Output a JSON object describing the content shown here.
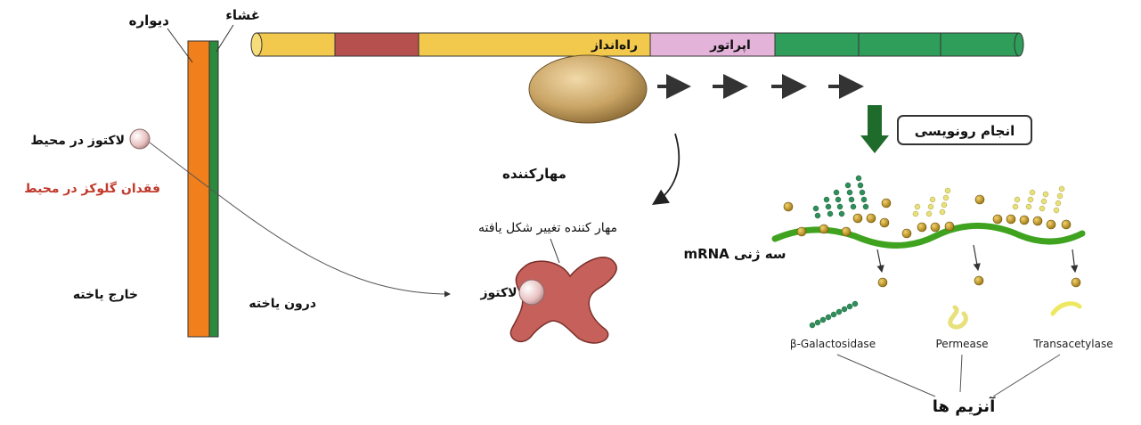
{
  "labels": {
    "cell_wall": "دیواره",
    "membrane": "غشاء",
    "promoter": "راه‌انداز",
    "operator": "اپراتور",
    "transcription": "انجام رونویسی",
    "repressor": "مهارکننده",
    "changed_repressor": "مهار کننده تغییر شکل یافته",
    "lactose": "لاکتوز",
    "lactose_in_env": "لاکتوز در محیط",
    "no_glucose": "فقدان گلوکز در محیط",
    "outside_cell": "خارج یاخته",
    "inside_cell": "درون یاخته",
    "mrna": "mRNA سه ژنی",
    "enzymes": "آنزیم ها"
  },
  "enzymes": [
    "β-Galactosidase",
    "Permease",
    "Transacetylase"
  ],
  "colors": {
    "wall": "#f07f1c",
    "membrane": "#2b8a3e",
    "dna_yellow": "#f2c94c",
    "dna_red": "#b5504f",
    "dna_pink": "#e3b3d9",
    "dna_green": "#2f9e5a",
    "repressor": "#c5615a",
    "rna_polymerase": "#c9a465",
    "mrna": "#3fa31f"
  }
}
